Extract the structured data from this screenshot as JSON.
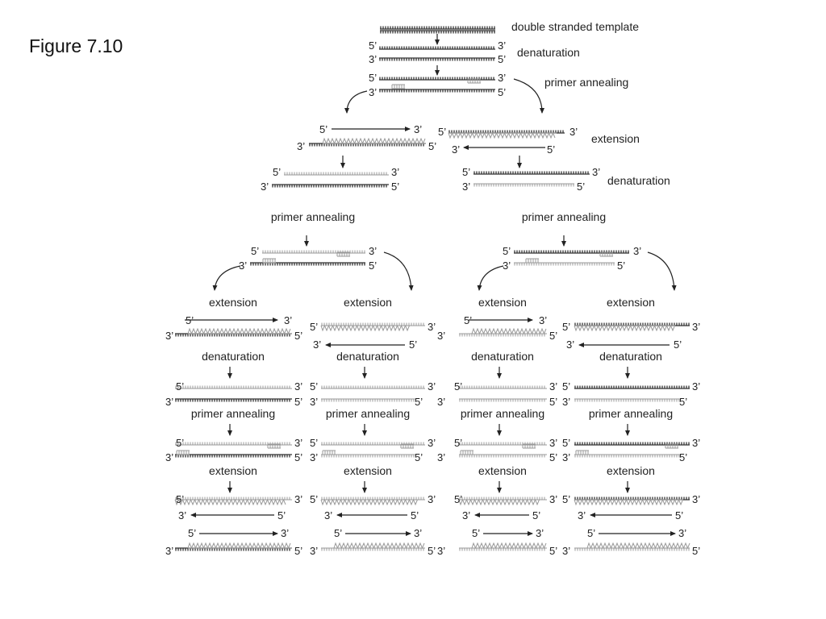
{
  "figure_title": "Figure 7.10",
  "labels": {
    "double_stranded_template": "double stranded template",
    "denaturation": "denaturation",
    "primer_annealing": "primer annealing",
    "extension": "extension"
  },
  "ends": {
    "five": "5’",
    "three": "3’"
  },
  "colors": {
    "dark_strand": "#333333",
    "light_strand": "#999999",
    "text": "#222222"
  }
}
